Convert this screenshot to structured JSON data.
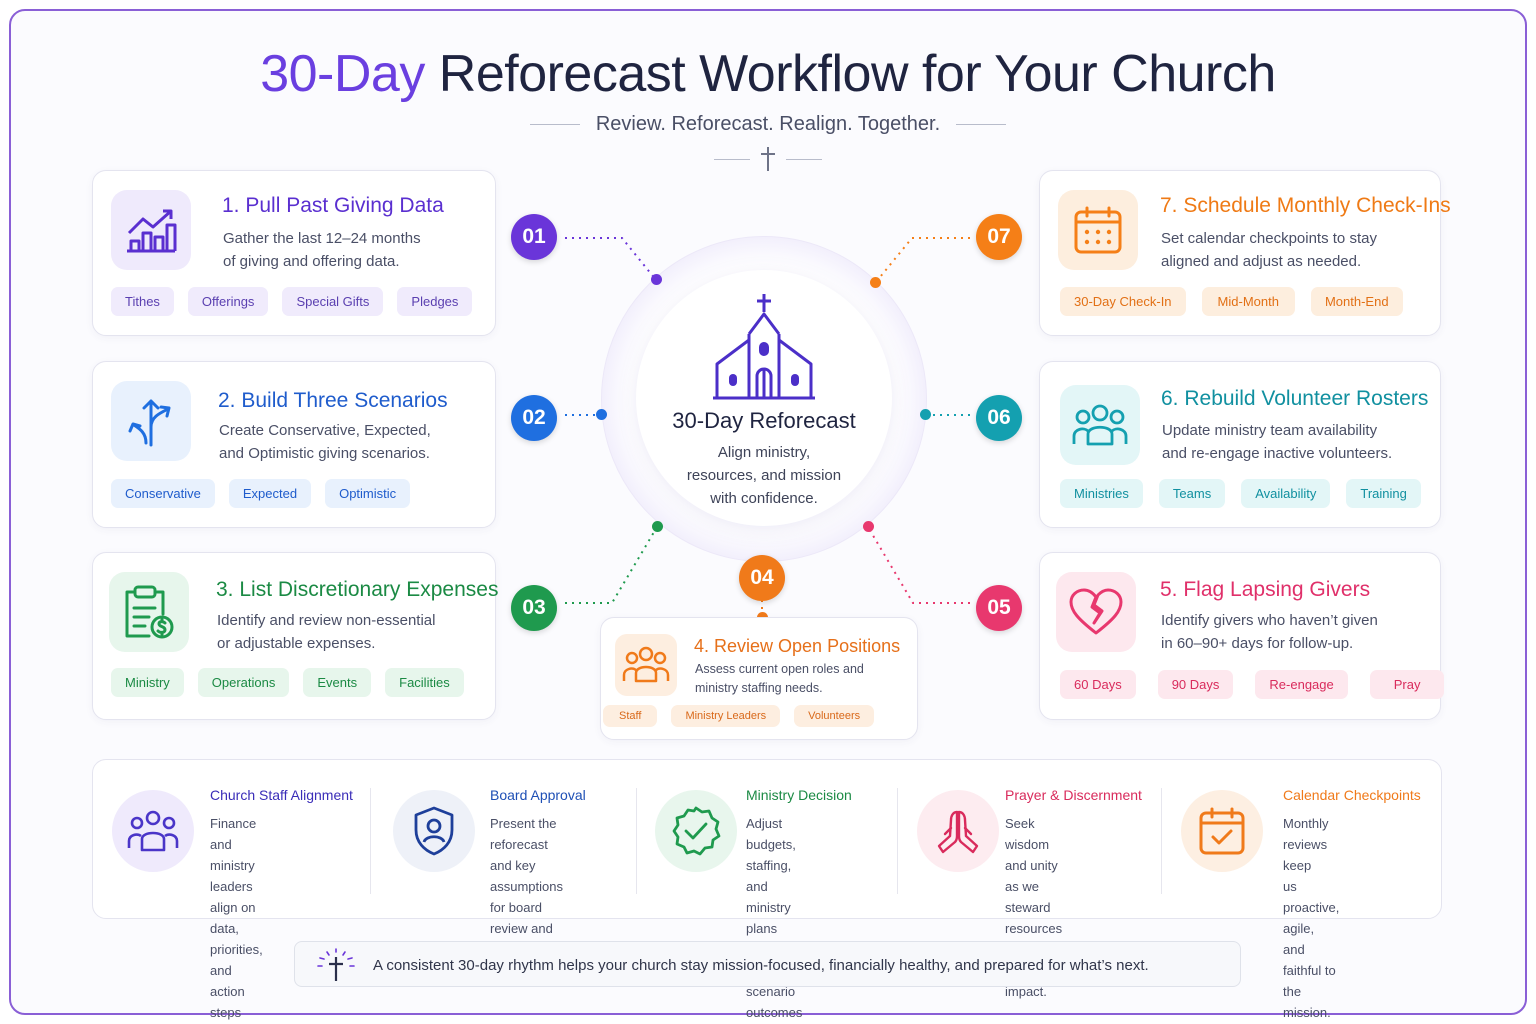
{
  "header": {
    "title_accent": "30-Day",
    "title_rest": " Reforecast Workflow for Your Church",
    "subtitle": "Review. Reforecast. Realign. Together."
  },
  "hub": {
    "title": "30-Day Reforecast",
    "description": "Align ministry,\nresources, and mission\nwith confidence."
  },
  "steps": [
    {
      "number": "01",
      "title": "1. Pull Past Giving Data",
      "description": "Gather the last 12–24 months\nof giving and offering data.",
      "tags": [
        "Tithes",
        "Offerings",
        "Special Gifts",
        "Pledges"
      ],
      "color": "#6a35d9",
      "icon": "bar-chart-icon"
    },
    {
      "number": "02",
      "title": "2. Build Three Scenarios",
      "description": "Create Conservative, Expected,\nand Optimistic giving scenarios.",
      "tags": [
        "Conservative",
        "Expected",
        "Optimistic"
      ],
      "color": "#1f6fe0",
      "icon": "split-arrows-icon"
    },
    {
      "number": "03",
      "title": "3. List Discretionary Expenses",
      "description": "Identify and review non-essential\nor adjustable expenses.",
      "tags": [
        "Ministry",
        "Operations",
        "Events",
        "Facilities"
      ],
      "color": "#1f9a4e",
      "icon": "clipboard-dollar-icon"
    },
    {
      "number": "04",
      "title": "4. Review Open Positions",
      "description": "Assess current open roles and\nministry staffing needs.",
      "tags": [
        "Staff",
        "Ministry Leaders",
        "Volunteers"
      ],
      "color": "#f07a1a",
      "icon": "people-icon"
    },
    {
      "number": "05",
      "title": "5. Flag Lapsing Givers",
      "description": "Identify givers who haven’t given\nin 60–90+ days for follow-up.",
      "tags": [
        "60 Days",
        "90 Days",
        "Re-engage",
        "Pray"
      ],
      "color": "#e8386e",
      "icon": "broken-heart-icon"
    },
    {
      "number": "06",
      "title": "6. Rebuild Volunteer Rosters",
      "description": "Update ministry team availability\nand re-engage inactive volunteers.",
      "tags": [
        "Ministries",
        "Teams",
        "Availability",
        "Training"
      ],
      "color": "#14a0b0",
      "icon": "volunteers-icon"
    },
    {
      "number": "07",
      "title": "7. Schedule Monthly Check-Ins",
      "description": "Set calendar checkpoints to stay\naligned and adjust as needed.",
      "tags": [
        "30-Day Check-In",
        "Mid-Month",
        "Month-End"
      ],
      "color": "#f57f17",
      "icon": "calendar-icon"
    }
  ],
  "bottom": [
    {
      "title": "Church Staff Alignment",
      "description": "Finance and ministry\nleaders align on data,\npriorities, and action\nsteps together.",
      "color": "#4a35c8",
      "icon": "team-icon"
    },
    {
      "title": "Board Approval",
      "description": "Present the reforecast\nand key assumptions\nfor board review and\napproval.",
      "color": "#1e4fb5",
      "icon": "shield-person-icon"
    },
    {
      "title": "Ministry Decision",
      "description": "Adjust budgets, staffing,\nand ministry plans based\non scenario outcomes\nand guidance.",
      "color": "#1f9a4e",
      "icon": "check-badge-icon"
    },
    {
      "title": "Prayer & Discernment",
      "description": "Seek wisdom and unity\nas we steward resources\nfor Kingdom impact.",
      "color": "#d92b5c",
      "icon": "praying-hands-icon"
    },
    {
      "title": "Calendar Checkpoints",
      "description": "Monthly reviews keep\nus proactive, agile, and\nfaithful to the mission.",
      "color": "#f07a1a",
      "icon": "calendar-check-icon"
    }
  ],
  "footer": {
    "text": "A consistent 30-day rhythm helps your church stay mission-focused, financially healthy, and prepared for what’s next.",
    "icon": "cross-rays-icon"
  }
}
